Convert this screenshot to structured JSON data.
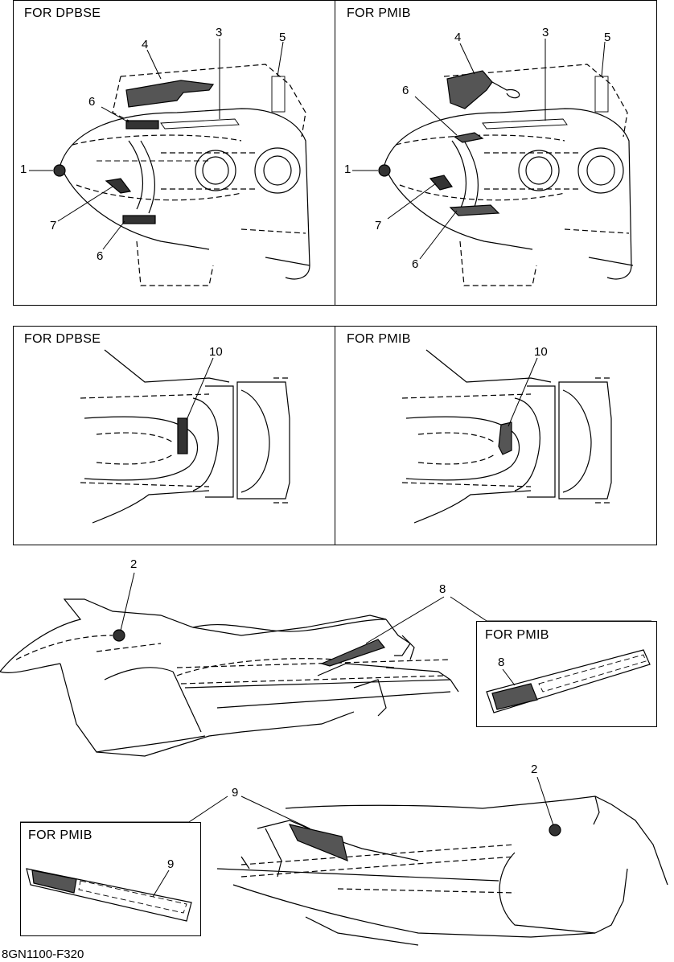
{
  "panels": {
    "top_left": {
      "title": "FOR DPBSE",
      "callouts": [
        "1",
        "3",
        "4",
        "5",
        "6",
        "6",
        "7"
      ]
    },
    "top_right": {
      "title": "FOR PMIB",
      "callouts": [
        "1",
        "3",
        "4",
        "5",
        "6",
        "6",
        "7"
      ]
    },
    "mid_left": {
      "title": "FOR DPBSE",
      "callouts": [
        "10"
      ]
    },
    "mid_right": {
      "title": "FOR PMIB",
      "callouts": [
        "10"
      ]
    },
    "side_upper_inset": {
      "title": "FOR PMIB",
      "callout": "8"
    },
    "side_lower_inset": {
      "title": "FOR PMIB",
      "callout": "9"
    }
  },
  "side_upper_callouts": [
    "2",
    "8"
  ],
  "side_lower_callouts": [
    "9",
    "2"
  ],
  "figure_code": "8GN1100-F320"
}
